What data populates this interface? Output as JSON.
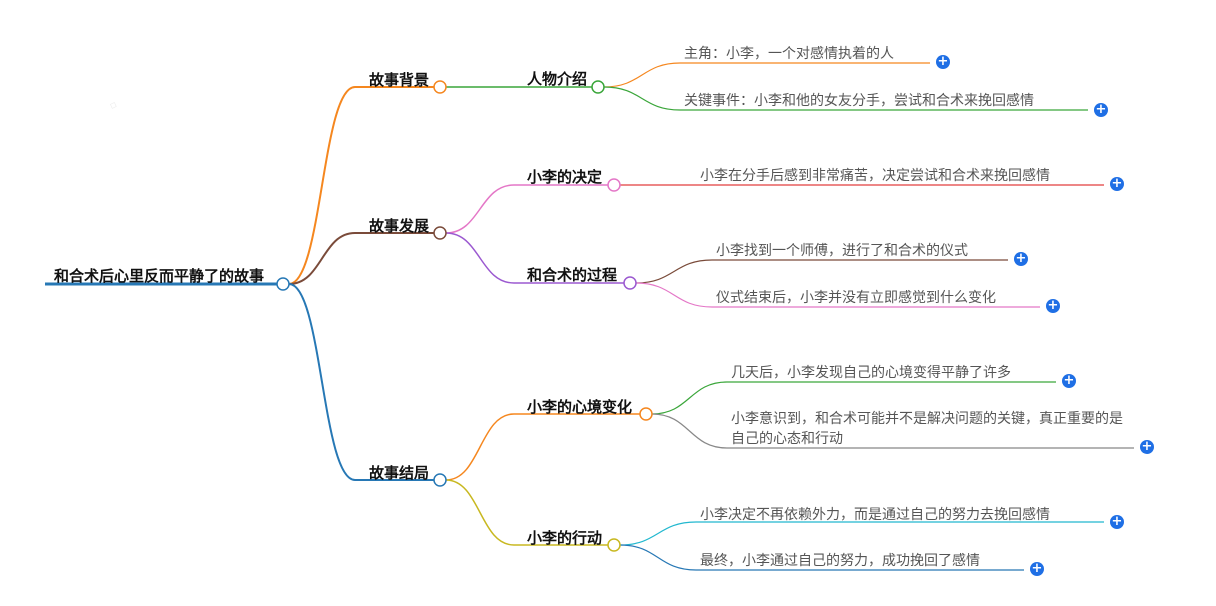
{
  "root": {
    "text": "和合术后心里反而平静了的故事"
  },
  "branches": [
    {
      "text": "故事背景",
      "color": "#f5871f",
      "children": [
        {
          "text": "人物介绍",
          "color": "#3aa63a",
          "leaves": [
            {
              "text": "主角：小李，一个对感情执着的人",
              "color": "#f5871f"
            },
            {
              "text": "关键事件：小李和他的女友分手，尝试和合术来挽回感情",
              "color": "#3aa63a"
            }
          ]
        }
      ]
    },
    {
      "text": "故事发展",
      "color": "#7a4b3a",
      "children": [
        {
          "text": "小李的决定",
          "color": "#e477c7",
          "leaves": [
            {
              "text": "小李在分手后感到非常痛苦，决定尝试和合术来挽回感情",
              "color": "#e23d3d"
            }
          ]
        },
        {
          "text": "和合术的过程",
          "color": "#9b59d0",
          "leaves": [
            {
              "text": "小李找到一个师傅，进行了和合术的仪式",
              "color": "#7a4b3a"
            },
            {
              "text": "仪式结束后，小李并没有立即感觉到什么变化",
              "color": "#e477c7"
            }
          ]
        }
      ]
    },
    {
      "text": "故事结局",
      "color": "#2778b5",
      "children": [
        {
          "text": "小李的心境变化",
          "color": "#f5871f",
          "leaves": [
            {
              "text": "几天后，小李发现自己的心境变得平静了许多",
              "color": "#3aa63a"
            },
            {
              "text": "小李意识到，和合术可能并不是解决问题的关键，真正重要的是自己的心态和行动",
              "color": "#888888"
            }
          ]
        },
        {
          "text": "小李的行动",
          "color": "#c8b820",
          "leaves": [
            {
              "text": "小李决定不再依赖外力，而是通过自己的努力去挽回感情",
              "color": "#22b8cf"
            },
            {
              "text": "最终，小李通过自己的努力，成功挽回了感情",
              "color": "#2778b5"
            }
          ]
        }
      ]
    }
  ],
  "expand_glyph": "+",
  "root_color": "#2778b5"
}
